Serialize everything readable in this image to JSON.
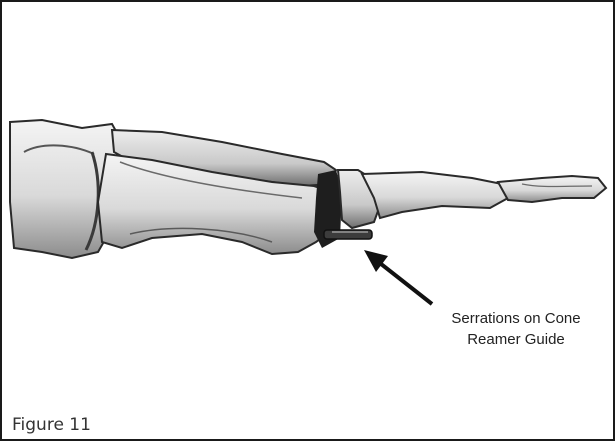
{
  "figure": {
    "caption": "Figure 11",
    "callout_line1": "Serrations on Cone",
    "callout_line2": "Reamer Guide"
  },
  "icons": {
    "arrow": "arrow-pointing-up-left-icon",
    "bones": "foot-skeleton-illustration"
  },
  "colors": {
    "border": "#1a1a1a",
    "bone_fill": "#e6e6e6",
    "bone_shadow": "#4a4a4a",
    "text": "#222222"
  }
}
